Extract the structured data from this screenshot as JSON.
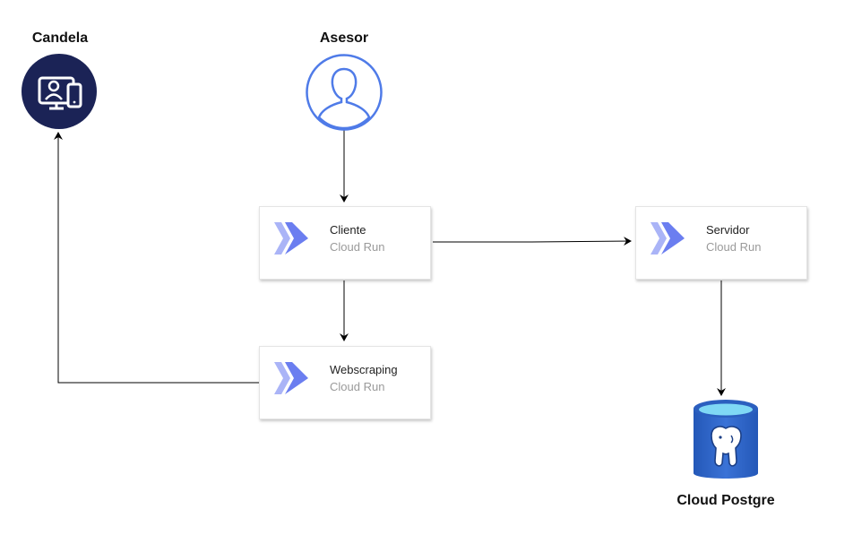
{
  "nodes": {
    "candela": {
      "label": "Candela",
      "icon": "devices-user-icon",
      "color": "#1b2356"
    },
    "asesor": {
      "label": "Asesor",
      "icon": "user-icon",
      "color": "#4f7be8"
    },
    "cliente": {
      "title": "Cliente",
      "subtitle": "Cloud Run",
      "icon": "cloud-run-icon"
    },
    "servidor": {
      "title": "Servidor",
      "subtitle": "Cloud Run",
      "icon": "cloud-run-icon"
    },
    "webscraping": {
      "title": "Webscraping",
      "subtitle": "Cloud Run",
      "icon": "cloud-run-icon"
    },
    "postgres": {
      "label": "Cloud Postgre",
      "icon": "postgresql-database-icon",
      "color": "#2b5fbf"
    }
  },
  "edges": [
    {
      "from": "asesor",
      "to": "cliente"
    },
    {
      "from": "cliente",
      "to": "servidor"
    },
    {
      "from": "cliente",
      "to": "webscraping"
    },
    {
      "from": "webscraping",
      "to": "candela"
    },
    {
      "from": "servidor",
      "to": "postgres"
    }
  ],
  "colors": {
    "cloud_run_light": "#aab4f7",
    "cloud_run_dark": "#6b7ef0",
    "arrow": "#000000"
  }
}
